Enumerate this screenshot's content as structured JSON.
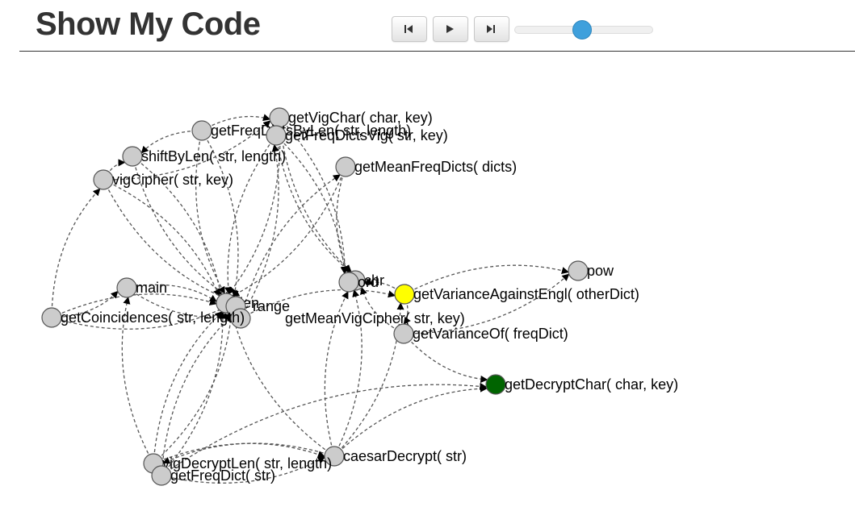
{
  "header": {
    "title": "Show My Code"
  },
  "controls": {
    "step_back_icon": "step-back-icon",
    "play_icon": "play-icon",
    "step_forward_icon": "step-forward-icon"
  },
  "slider": {
    "value": 0.5
  },
  "colors": {
    "node": "#cccccc",
    "highlight_yellow": "#ffff00",
    "highlight_green": "#006400",
    "edge": "#555555",
    "thumb": "#3fa0dc"
  },
  "graph": {
    "nodes": [
      {
        "id": "getVigChar",
        "label": "getVigChar( char, key)",
        "state": "normal"
      },
      {
        "id": "getFreqDictsByLen",
        "label": "getFreqDictsByLen( str, length)",
        "state": "normal"
      },
      {
        "id": "getFreqDictsVig",
        "label": "getFreqDictsVig( str, key)",
        "state": "normal"
      },
      {
        "id": "shiftByLen",
        "label": "shiftByLen( str, length)",
        "state": "normal"
      },
      {
        "id": "vigCipher",
        "label": "vigCipher( str, key)",
        "state": "normal"
      },
      {
        "id": "getMeanFreqDicts",
        "label": "getMeanFreqDicts( dicts)",
        "state": "normal"
      },
      {
        "id": "pow",
        "label": "pow",
        "state": "normal"
      },
      {
        "id": "chr",
        "label": "chr",
        "state": "normal"
      },
      {
        "id": "ord",
        "label": "ord",
        "state": "normal"
      },
      {
        "id": "getVarianceAgainstEngl",
        "label": "getVarianceAgainstEngl( otherDict)",
        "state": "yellow"
      },
      {
        "id": "main",
        "label": "main",
        "state": "normal"
      },
      {
        "id": "len",
        "label": "len",
        "state": "normal"
      },
      {
        "id": "range",
        "label": "range",
        "state": "normal"
      },
      {
        "id": "getMeanVigCipher",
        "label": "getMeanVigCipher( str, key)",
        "state": "normal"
      },
      {
        "id": "getCoincidences",
        "label": "getCoincidences( str, length)",
        "state": "normal"
      },
      {
        "id": "getVarianceOf",
        "label": "getVarianceOf( freqDict)",
        "state": "normal"
      },
      {
        "id": "getDecryptChar",
        "label": "getDecryptChar( char, key)",
        "state": "green"
      },
      {
        "id": "caesarDecrypt",
        "label": "caesarDecrypt( str)",
        "state": "normal"
      },
      {
        "id": "vigDecryptLen",
        "label": "vigDecryptLen( str, length)",
        "state": "normal"
      },
      {
        "id": "getFreqDict",
        "label": "getFreqDict( str)",
        "state": "normal"
      }
    ],
    "edges": [
      [
        "getVigChar",
        "len"
      ],
      [
        "getVigChar",
        "chr"
      ],
      [
        "getVigChar",
        "ord"
      ],
      [
        "getFreqDictsByLen",
        "len"
      ],
      [
        "getFreqDictsByLen",
        "range"
      ],
      [
        "getFreqDictsByLen",
        "shiftByLen"
      ],
      [
        "getFreqDictsByLen",
        "getVigChar"
      ],
      [
        "getFreqDictsVig",
        "len"
      ],
      [
        "getFreqDictsVig",
        "ord"
      ],
      [
        "getFreqDictsVig",
        "chr"
      ],
      [
        "shiftByLen",
        "len"
      ],
      [
        "shiftByLen",
        "range"
      ],
      [
        "vigCipher",
        "len"
      ],
      [
        "vigCipher",
        "range"
      ],
      [
        "vigCipher",
        "shiftByLen"
      ],
      [
        "vigCipher",
        "getVigChar"
      ],
      [
        "getMeanFreqDicts",
        "len"
      ],
      [
        "getMeanFreqDicts",
        "ord"
      ],
      [
        "main",
        "len"
      ],
      [
        "main",
        "getMeanVigCipher"
      ],
      [
        "getCoincidences",
        "len"
      ],
      [
        "getCoincidences",
        "range"
      ],
      [
        "getCoincidences",
        "vigCipher"
      ],
      [
        "getCoincidences",
        "main"
      ],
      [
        "getMeanVigCipher",
        "getMeanFreqDicts"
      ],
      [
        "getMeanVigCipher",
        "getFreqDictsVig"
      ],
      [
        "getMeanVigCipher",
        "getVarianceAgainstEngl"
      ],
      [
        "getMeanVigCipher",
        "len"
      ],
      [
        "getVarianceAgainstEngl",
        "pow"
      ],
      [
        "getVarianceAgainstEngl",
        "chr"
      ],
      [
        "getVarianceAgainstEngl",
        "getVarianceOf"
      ],
      [
        "getVarianceOf",
        "pow"
      ],
      [
        "getVarianceOf",
        "chr"
      ],
      [
        "getVarianceOf",
        "getDecryptChar"
      ],
      [
        "caesarDecrypt",
        "getDecryptChar"
      ],
      [
        "caesarDecrypt",
        "chr"
      ],
      [
        "caesarDecrypt",
        "ord"
      ],
      [
        "caesarDecrypt",
        "getVarianceAgainstEngl"
      ],
      [
        "caesarDecrypt",
        "len"
      ],
      [
        "caesarDecrypt",
        "vigDecryptLen"
      ],
      [
        "vigDecryptLen",
        "len"
      ],
      [
        "vigDecryptLen",
        "range"
      ],
      [
        "vigDecryptLen",
        "caesarDecrypt"
      ],
      [
        "vigDecryptLen",
        "getFreqDict"
      ],
      [
        "vigDecryptLen",
        "main"
      ],
      [
        "getFreqDict",
        "len"
      ],
      [
        "getFreqDict",
        "range"
      ],
      [
        "getFreqDict",
        "caesarDecrypt"
      ],
      [
        "getFreqDict",
        "getDecryptChar"
      ],
      [
        "len",
        "getMeanVigCipher"
      ],
      [
        "range",
        "getMeanVigCipher"
      ]
    ]
  }
}
